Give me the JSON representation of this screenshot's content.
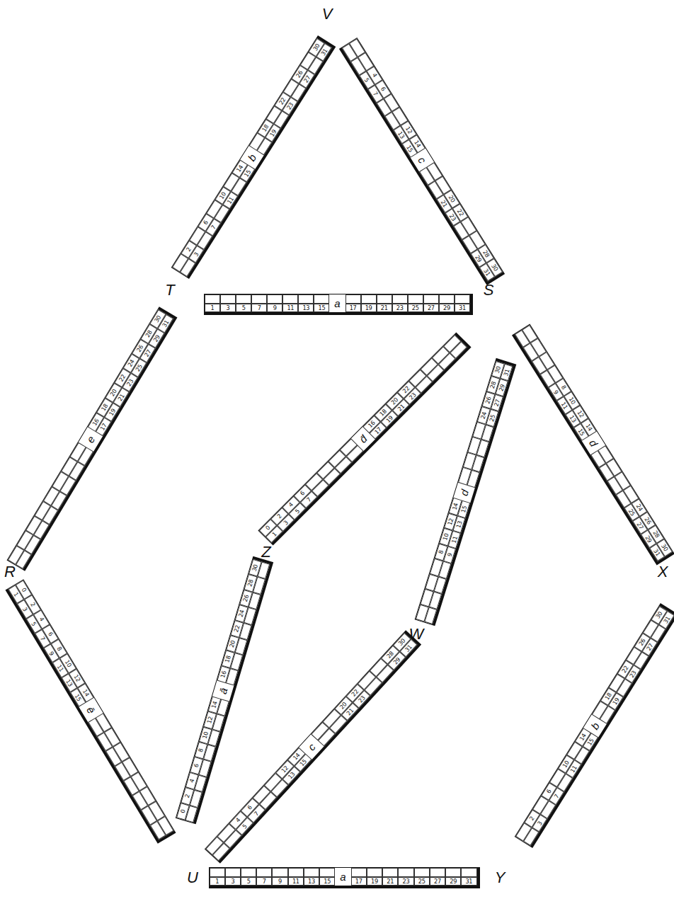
{
  "diagram": {
    "nodes": [
      {
        "text": [
          "b",
          "2",
          "3",
          "6",
          "7",
          "10",
          "11",
          "14",
          "15",
          "18",
          "19",
          "22",
          "23",
          "26",
          "27",
          "30",
          "31"
        ]
      },
      {
        "text": [
          "c",
          "4",
          "5",
          "6",
          "7",
          "12",
          "13",
          "14",
          "15",
          "20",
          "21",
          "22",
          "23",
          "28",
          "29",
          "30",
          "31"
        ]
      },
      {
        "text": [
          "a",
          "1",
          "3",
          "5",
          "7",
          "9",
          "11",
          "13",
          "15",
          "17",
          "19",
          "21",
          "23",
          "25",
          "27",
          "29",
          "31"
        ]
      },
      {
        "text": [
          "e",
          "16",
          "17",
          "18",
          "19",
          "20",
          "21",
          "22",
          "23",
          "24",
          "25",
          "26",
          "27",
          "28",
          "29",
          "30",
          "31"
        ]
      },
      {
        "text": [
          "d̄",
          "0",
          "1",
          "2",
          "3",
          "4",
          "5",
          "6",
          "7",
          "16",
          "17",
          "18",
          "19",
          "20",
          "21",
          "22",
          "23"
        ]
      },
      {
        "text": [
          "d",
          "8",
          "9",
          "10",
          "11",
          "12",
          "13",
          "14",
          "15",
          "24",
          "25",
          "26",
          "27",
          "28",
          "29",
          "30",
          "31"
        ]
      },
      {
        "text": [
          "d",
          "8",
          "9",
          "10",
          "11",
          "12",
          "13",
          "14",
          "15",
          "24",
          "25",
          "26",
          "27",
          "28",
          "29",
          "30",
          "31"
        ]
      },
      {
        "text": [
          "ā",
          "0",
          "2",
          "4",
          "6",
          "8",
          "10",
          "12",
          "14",
          "16",
          "18",
          "20",
          "22",
          "24",
          "26",
          "28",
          "30"
        ]
      },
      {
        "text": [
          "ē",
          "0",
          "1",
          "2",
          "3",
          "4",
          "5",
          "6",
          "7",
          "8",
          "9",
          "10",
          "11",
          "12",
          "13",
          "14",
          "15"
        ]
      },
      {
        "text": [
          "c",
          "4",
          "5",
          "6",
          "7",
          "12",
          "13",
          "14",
          "15",
          "20",
          "21",
          "22",
          "23",
          "28",
          "29",
          "30",
          "31"
        ]
      },
      {
        "text": [
          "b",
          "2",
          "3",
          "6",
          "7",
          "10",
          "11",
          "14",
          "15",
          "18",
          "19",
          "22",
          "23",
          "26",
          "27",
          "30",
          "31"
        ]
      },
      {
        "text": [
          "a",
          "1",
          "3",
          "5",
          "7",
          "9",
          "11",
          "13",
          "15",
          "17",
          "19",
          "21",
          "23",
          "25",
          "27",
          "29",
          "31"
        ]
      }
    ],
    "labels": [
      "V",
      "T",
      "S",
      "R",
      "Z",
      "X",
      "W",
      "U",
      "Y"
    ]
  }
}
